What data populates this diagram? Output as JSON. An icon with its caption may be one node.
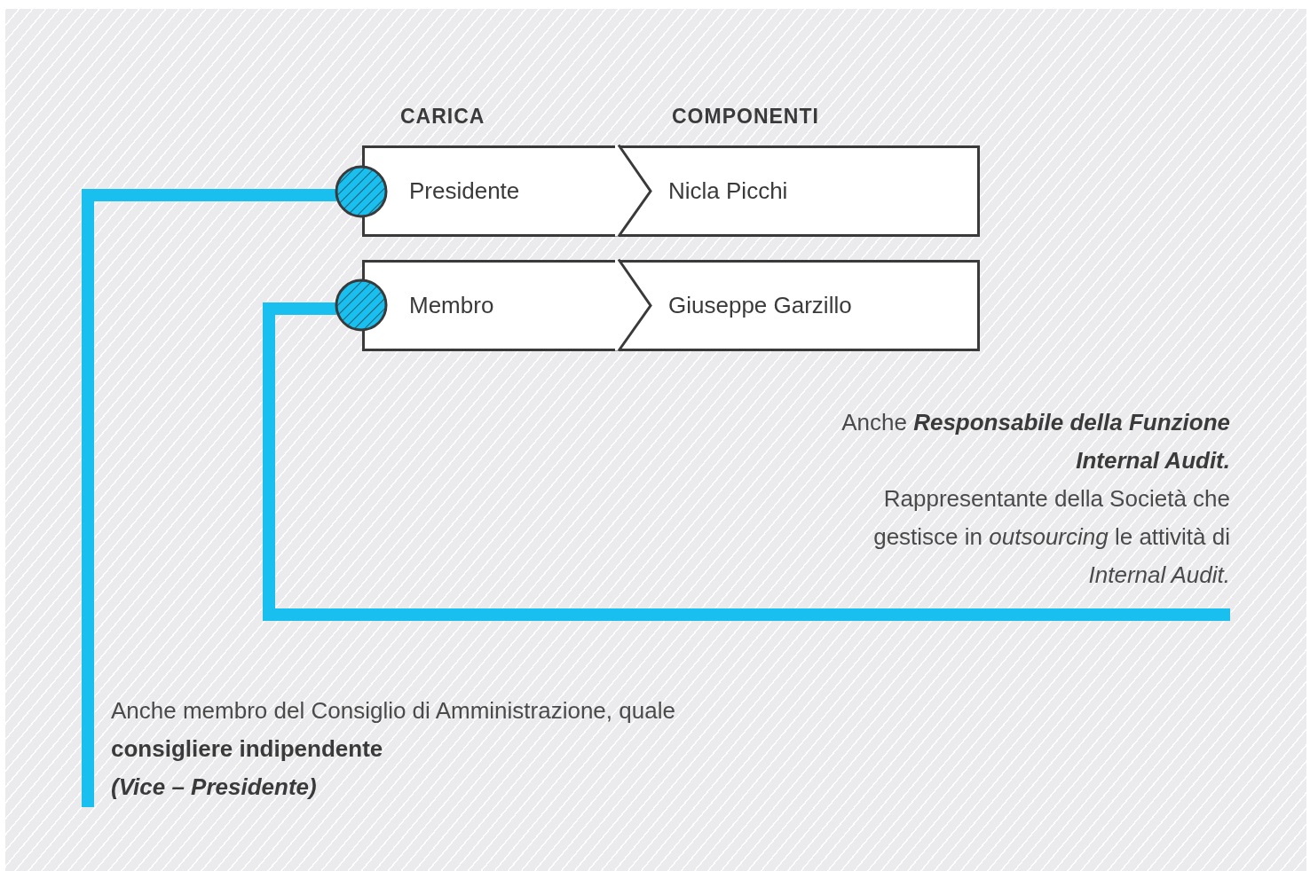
{
  "diagram": {
    "nodes": [
      {
        "text": [
          "Presidente"
        ]
      },
      {
        "text": [
          "Nicla Picchi"
        ]
      },
      {
        "text": [
          "Membro"
        ]
      },
      {
        "text": [
          "Giuseppe Garzillo"
        ]
      },
      {
        "text": [],
        "shape": "circle"
      },
      {
        "text": [],
        "shape": "circle"
      },
      {
        "text": [
          "Anche **Responsabile della Funzione Internal Audit.**",
          "Rappresentante della Società che gestisce in *outsourcing* le attività di *Internal Audit.*"
        ]
      },
      {
        "text": [
          "Anche membro del Consiglio di Amministrazione, quale **consigliere indipendente**",
          "(Vice – Presidente)"
        ]
      }
    ],
    "edges": [
      {
        "from": 0,
        "to": 1,
        "arrow": "to"
      },
      {
        "from": 2,
        "to": 3,
        "arrow": "to"
      },
      {
        "from": 4,
        "to": 7,
        "arrow": "none",
        "style": "thick",
        "color": "#19c0ef"
      },
      {
        "from": 5,
        "to": 6,
        "arrow": "none",
        "style": "thick",
        "color": "#19c0ef"
      }
    ],
    "labels": [
      "CARICA",
      "COMPONENTI"
    ]
  }
}
